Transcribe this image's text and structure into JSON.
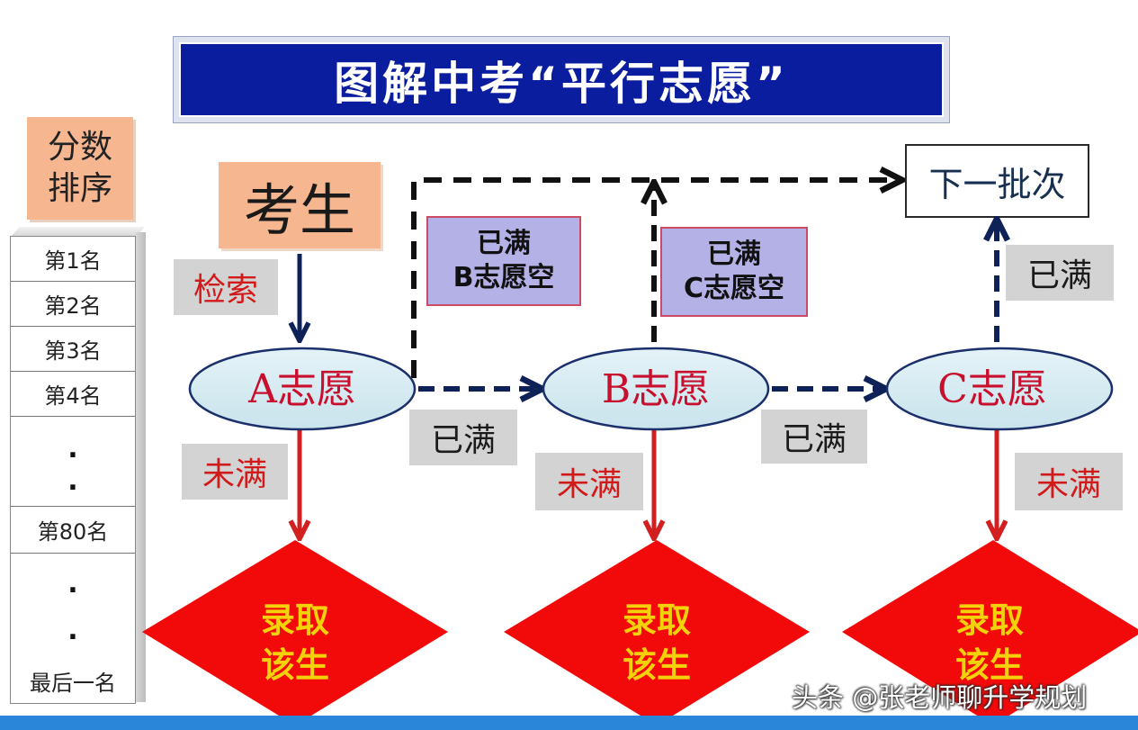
{
  "title": "图解中考“平行志愿”",
  "score_sort": {
    "line1": "分数",
    "line2": "排序"
  },
  "ranks": [
    "第1名",
    "第2名",
    "第3名",
    "第4名",
    "第80名",
    "最后一名"
  ],
  "rank_dots": ".",
  "student": "考生",
  "search_label": "检索",
  "choices": {
    "a": "A志愿",
    "b": "B志愿",
    "c": "C志愿"
  },
  "full_label": "已满",
  "not_full_label": "未满",
  "admit": {
    "line1": "录取",
    "line2": "该生"
  },
  "info_b": {
    "line1": "已满",
    "line2": "B志愿空"
  },
  "info_c": {
    "line1": "已满",
    "line2": "C志愿空"
  },
  "next_batch": "下一批次",
  "watermark": "头条 @张老师聊升学规划",
  "colors": {
    "title_bg": "#0a1d9e",
    "salmon": "#f6b690",
    "ellipse_fill": "#d6ecf3",
    "ellipse_stroke": "#1b2f6b",
    "arrow_navy": "#0f2258",
    "arrow_red": "#d21f1f",
    "diamond": "#f20a0a",
    "diamond_text": "#f3d10b",
    "purple": "#b4b1e6",
    "stripe": "#2a86d8"
  }
}
